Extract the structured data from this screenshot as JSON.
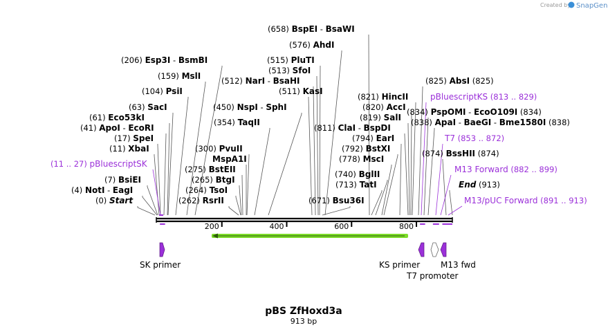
{
  "title": "pBS ZfHoxd3a",
  "length_label": "913 bp",
  "branding": "Created by",
  "brand_name": "SnapGene",
  "ruler": [
    {
      "bp": 200,
      "label": "200"
    },
    {
      "bp": 400,
      "label": "400"
    },
    {
      "bp": 600,
      "label": "600"
    },
    {
      "bp": 800,
      "label": "800"
    }
  ],
  "enzymes": [
    {
      "pos": "(0)",
      "name": "Start",
      "special": true,
      "bp": 0
    },
    {
      "pos": "(4)",
      "name": "NotI",
      "name2": "EagI",
      "bp": 4
    },
    {
      "pos": "(7)",
      "name": "BsiEI",
      "bp": 7
    },
    {
      "pos": "(11)",
      "name": "XbaI",
      "bp": 11
    },
    {
      "pos": "(17)",
      "name": "SpeI",
      "bp": 17
    },
    {
      "pos": "(41)",
      "name": "ApoI",
      "name2": "EcoRI",
      "bp": 41
    },
    {
      "pos": "(61)",
      "name": "Eco53kI",
      "bp": 61
    },
    {
      "pos": "(63)",
      "name": "SacI",
      "bp": 63
    },
    {
      "pos": "(104)",
      "name": "PsiI",
      "bp": 104
    },
    {
      "pos": "(159)",
      "name": "MslI",
      "bp": 159
    },
    {
      "pos": "(206)",
      "name": "Esp3I",
      "name2": "BsmBI",
      "bp": 206
    },
    {
      "pos": "(262)",
      "name": "RsrII",
      "bp": 262
    },
    {
      "pos": "(264)",
      "name": "TsoI",
      "bp": 264
    },
    {
      "pos": "(265)",
      "name": "BtgI",
      "bp": 265
    },
    {
      "pos": "(275)",
      "name": "BstEII",
      "bp": 275
    },
    {
      "pos": "",
      "name": "MspA1I",
      "bp": 300
    },
    {
      "pos": "(300)",
      "name": "PvuII",
      "bp": 300
    },
    {
      "pos": "(354)",
      "name": "TaqII",
      "bp": 354
    },
    {
      "pos": "(450)",
      "name": "NspI",
      "name2": "SphI",
      "bp": 450
    },
    {
      "pos": "(511)",
      "name": "KasI",
      "bp": 511
    },
    {
      "pos": "(512)",
      "name": "NarI",
      "name2": "BsaHI",
      "bp": 512
    },
    {
      "pos": "(513)",
      "name": "SfoI",
      "bp": 513
    },
    {
      "pos": "(515)",
      "name": "PluTI",
      "bp": 515
    },
    {
      "pos": "(576)",
      "name": "AhdI",
      "bp": 576
    },
    {
      "pos": "(658)",
      "name": "BspEI",
      "name2": "BsaWI",
      "bp": 658
    },
    {
      "pos": "(671)",
      "name": "Bsu36I",
      "bp": 671
    },
    {
      "pos": "(713)",
      "name": "TatI",
      "bp": 713
    },
    {
      "pos": "(740)",
      "name": "BglII",
      "bp": 740
    },
    {
      "pos": "(778)",
      "name": "MscI",
      "bp": 778
    },
    {
      "pos": "(792)",
      "name": "BstXI",
      "bp": 792
    },
    {
      "pos": "(794)",
      "name": "EarI",
      "bp": 794
    },
    {
      "pos": "(811)",
      "name": "ClaI",
      "name2": "BspDI",
      "bp": 811
    },
    {
      "pos": "(819)",
      "name": "SalI",
      "bp": 819
    },
    {
      "pos": "(820)",
      "name": "AccI",
      "bp": 820
    },
    {
      "pos": "(821)",
      "name": "HincII",
      "bp": 821
    },
    {
      "pos": "(825)",
      "name": "AbsI",
      "bp": 825
    },
    {
      "pos": "(834)",
      "name": "PspOMI",
      "name2": "EcoO109I",
      "bp": 834
    },
    {
      "pos": "(838)",
      "name": "ApaI",
      "name2": "BaeGI",
      "name3": "Bme1580I",
      "bp": 838
    },
    {
      "pos": "(874)",
      "name": "BssHII",
      "bp": 874
    },
    {
      "pos": "(913)",
      "name": "End",
      "special": true,
      "bp": 913
    }
  ],
  "features": [
    {
      "name": "pBluescriptSK",
      "range": "(11 .. 27)",
      "start": 11,
      "end": 27
    },
    {
      "name": "pBluescriptKS",
      "range": "(813 .. 829)",
      "start": 813,
      "end": 829
    },
    {
      "name": "T7",
      "range": "(853 .. 872)",
      "start": 853,
      "end": 872
    },
    {
      "name": "M13 Forward",
      "range": "(882 .. 899)",
      "start": 882,
      "end": 899
    },
    {
      "name": "M13/pUC Forward",
      "range": "(891 .. 913)",
      "start": 891,
      "end": 913
    }
  ],
  "primers": [
    {
      "label": "SK primer"
    },
    {
      "label": "KS primer"
    },
    {
      "label": "T7 promoter"
    },
    {
      "label": "M13 fwd"
    }
  ],
  "colors": {
    "feature": "#9b30d9",
    "orf": "#7ddc2a",
    "line": "#000000",
    "primer": "#9b30d9"
  }
}
